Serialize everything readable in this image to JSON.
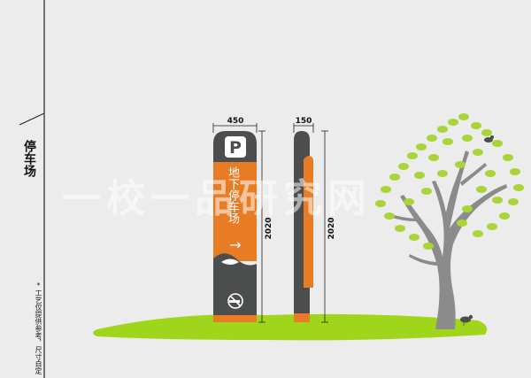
{
  "title": "停车场",
  "note": "*工艺仅提供参考，尺寸自定",
  "watermark": "一校一品研究网",
  "dimensions": {
    "front_width": "450",
    "side_width": "150",
    "front_height": "2020",
    "side_height": "2020"
  },
  "sign": {
    "parking_letter": "P",
    "text": "地下停车场",
    "arrow": "→"
  },
  "colors": {
    "orange": "#e87c24",
    "dark": "#4b4e4c",
    "grass": "#9fd51a",
    "tree_leaf": "#a9d53a",
    "trunk": "#8b8b8b",
    "watermark": "#ffffff"
  },
  "icons": [
    "parking-icon",
    "arrow-right-icon",
    "no-smoking-icon",
    "bird-icon",
    "tree-icon"
  ]
}
